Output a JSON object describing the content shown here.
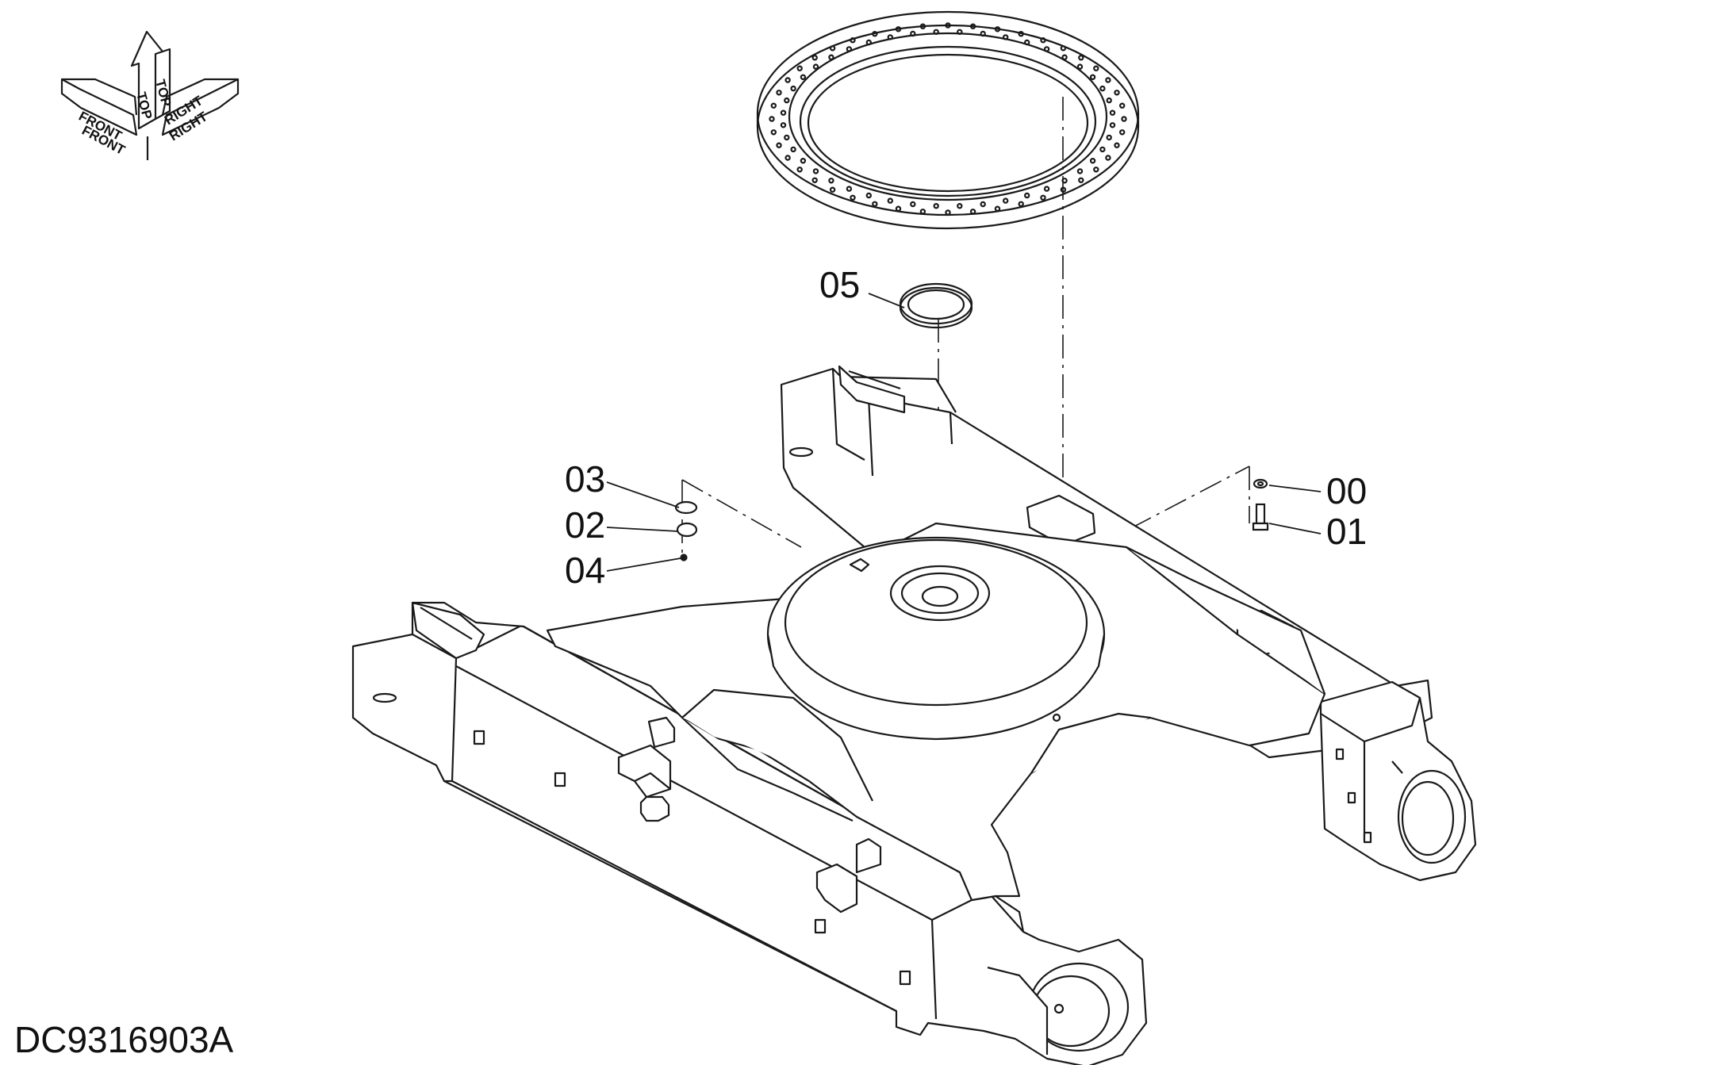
{
  "diagram": {
    "document_id": "DC9316903A",
    "orientation_indicator": {
      "labels": {
        "front": "FRONT",
        "top": "TOP",
        "right": "RIGHT"
      }
    },
    "callouts": [
      {
        "id": "00",
        "label": "00"
      },
      {
        "id": "01",
        "label": "01"
      },
      {
        "id": "02",
        "label": "02"
      },
      {
        "id": "03",
        "label": "03"
      },
      {
        "id": "04",
        "label": "04"
      },
      {
        "id": "05",
        "label": "05"
      }
    ],
    "colors": {
      "line": "#1a1a1a",
      "background": "#ffffff"
    }
  }
}
